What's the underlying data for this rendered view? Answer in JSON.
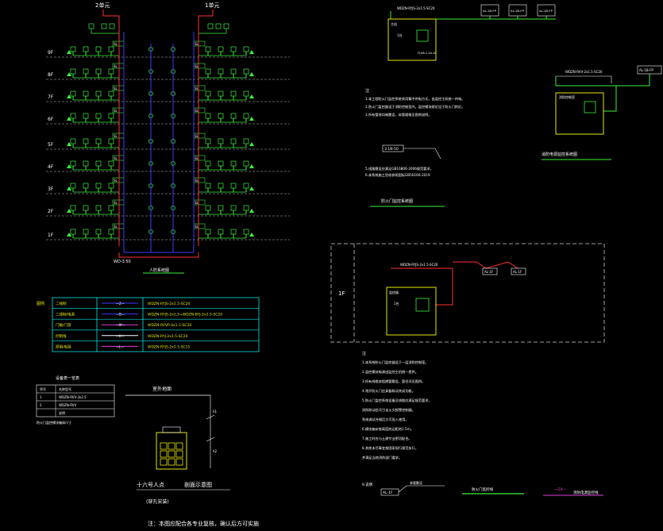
{
  "colors": {
    "background": "#000000",
    "device_green": "#3cf23c",
    "riser_red": "#ff3030",
    "riser_blue": "#3a3aff",
    "cyan": "#00e5e5",
    "yellow": "#e6e600",
    "magenta": "#e040e0",
    "white": "#ffffff",
    "dashed_grey": "#cfcfcf"
  },
  "riser": {
    "top_left_label": "2单元",
    "top_right_label": "1单元",
    "floor_labels": [
      "9F",
      "8F",
      "7F",
      "6F",
      "5F",
      "4F",
      "3F",
      "2F",
      "1F"
    ],
    "box_label": "SL",
    "caption": "人防系统图",
    "bottom_label": "WD-3.50"
  },
  "legend": {
    "title": "图例",
    "rows": [
      {
        "name": "二线制",
        "symbol": "—Z—",
        "spec": "WDZN-RYJS-2x1.5-SC20"
      },
      {
        "name": "二线制/电源",
        "symbol": "—D—",
        "spec": "WDZN-RYJS-2x1.5+WDZN-BYJ-2x2.5-SC20"
      },
      {
        "name": "门磁/门禁",
        "symbol": "—M—",
        "spec": "WDZN-RVVP-4x1.5-SC20"
      },
      {
        "name": "控制线",
        "symbol": "—K—",
        "spec": "WDZN-RYJ-2x1.5-SC20"
      },
      {
        "name": "照明/电源",
        "symbol": "—L—",
        "spec": "WDZN-RYJS-2x1.5-SC15"
      }
    ]
  },
  "small_table": {
    "title": "设备表一览表",
    "rows": [
      {
        "a": "序号",
        "b": "名称型号"
      },
      {
        "a": "1",
        "b": "WDZN-RVV-3x2.5"
      },
      {
        "a": "2",
        "b": "WDZN-RVV"
      },
      {
        "a": "",
        "b": "说明"
      }
    ],
    "note": "防火门监控模块箱体尺寸"
  },
  "section": {
    "title": "室外地面",
    "left_caption": "十六号人点",
    "right_caption": "剖面示意图",
    "sub_caption": "(穿孔安装)",
    "bottom_note": "注：本图应配合各专业复核，确认后方可实施",
    "dim_top": "h1",
    "dim_bottom": "h2"
  },
  "top_right": {
    "bus_label": "WDZN-RYJS-2x1.5-SC20",
    "panel_labels": [
      "AL-1B-FP",
      "AL-1B-FP",
      "AL-1B-FP"
    ],
    "host_label": "主机",
    "host_sub": "1台",
    "host_code": "FJ-X8-1-2A-2C",
    "notes_title": "注",
    "notes": [
      "1.本工程防火门监控系统采用集中供电方式，由监控主机统一供电。",
      "2.防火门监控器设于消防控制室内，监控模块就近设于防火门附近。",
      "3.所有管线均暗敷设，穿管规格见图例说明。"
    ],
    "box_code": "3.1N-10",
    "notes_extra": [
      "5.线路敷设应满足GB16806-2006规范要求。",
      "6.本系统施工验收参照国标GB50166-2019"
    ],
    "caption_left": "防火门监控系统图",
    "right_bus_label": "WDZN-RVV-2x1.5-SC20",
    "right_panel": "消防控制室",
    "right_box_label": "AL-1B-FP",
    "caption_right": "消防电源监控系统图"
  },
  "bottom_right": {
    "floor": "1F",
    "bus_label": "WDZN-RYJS-2x1.5-SC20",
    "device_labels": [
      "AL-1F",
      "AL-1F"
    ],
    "host_label": "监控器",
    "host_sub": "1台",
    "notes_title": "注",
    "notes": [
      "1.本系统防火门监控器设于一层消防控制室。",
      "2.监控模块电源由监控主机统一提供。",
      "3.所有线缆穿阻燃管敷设，管径详见图例。",
      "4.常开防火门应具备联动关闭功能。",
      "5.防火门监控系统设备及线缆应满足规范要求，",
      "   消防联动信号引自火灾报警控制器，",
      "   系统调试合格后方可投入使用。",
      "6.模块箱安装高度底边距地1.5m。",
      "7.施工时应与土建专业密切配合。",
      "8.其他未尽事宜按国家现行规范执行，",
      "   并满足当地消防部门要求。"
    ],
    "item9": "9.说明",
    "box_code": "AL-1F",
    "line_note": "穿管敷设",
    "legend_green": "防火门监控线",
    "legend_magenta": "—ZX—",
    "legend_magenta_text": "消防电源监控线"
  }
}
